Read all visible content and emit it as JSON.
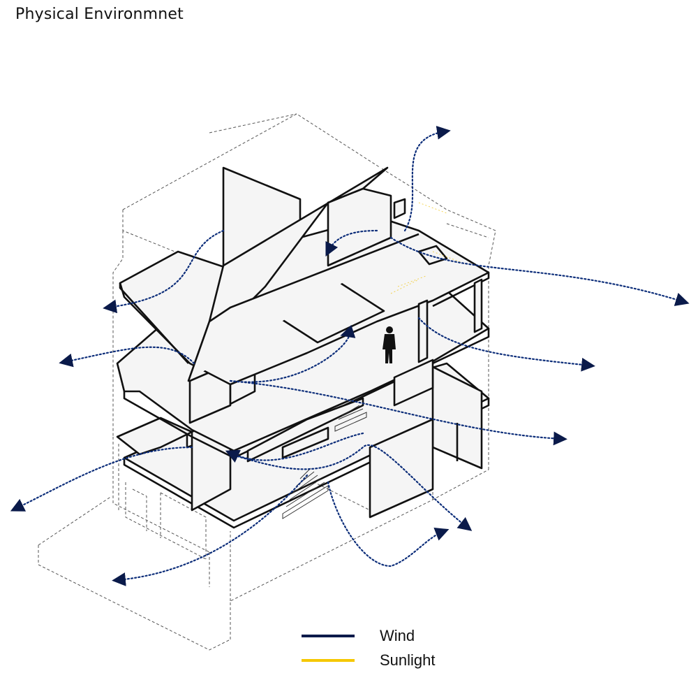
{
  "title": "Physical  Environmnet",
  "legend": [
    {
      "label": "Wind",
      "color": "#0a1a4a"
    },
    {
      "label": "Sunlight",
      "color": "#f5c800"
    }
  ],
  "colors": {
    "wind_arrows": "#0d2e7a",
    "structure": "#111111",
    "context_dashed": "#555555"
  },
  "icons": [
    "person-figure-icon",
    "staircase-icon",
    "wind-arrow-icon"
  ]
}
